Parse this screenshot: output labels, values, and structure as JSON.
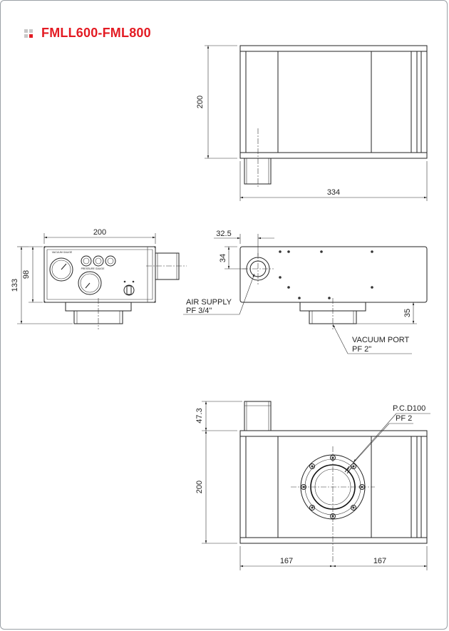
{
  "header": {
    "title": "FMLL600-FML800",
    "accent_color": "#e31b23"
  },
  "top_view": {
    "dim_height": "200",
    "dim_width": "334"
  },
  "front_view": {
    "dim_width": "200",
    "dim_total_height": "133",
    "dim_body_height": "98",
    "gauge_left": "VACUUM GAUGE",
    "gauge_right": "PRESSURE GAUGE"
  },
  "side_view": {
    "dim_offset": "32.5",
    "dim_port_height": "34",
    "dim_bottom": "35",
    "air_supply_label": "AIR SUPPLY",
    "air_supply_size": "PF 3/4\"",
    "vacuum_port_label": "VACUUM PORT",
    "vacuum_port_size": "PF 2\""
  },
  "bottom_view": {
    "dim_top": "47.3",
    "dim_height": "200",
    "dim_left": "167",
    "dim_right": "167",
    "pcd_label": "P.C.D100",
    "pf_label": "PF 2"
  }
}
